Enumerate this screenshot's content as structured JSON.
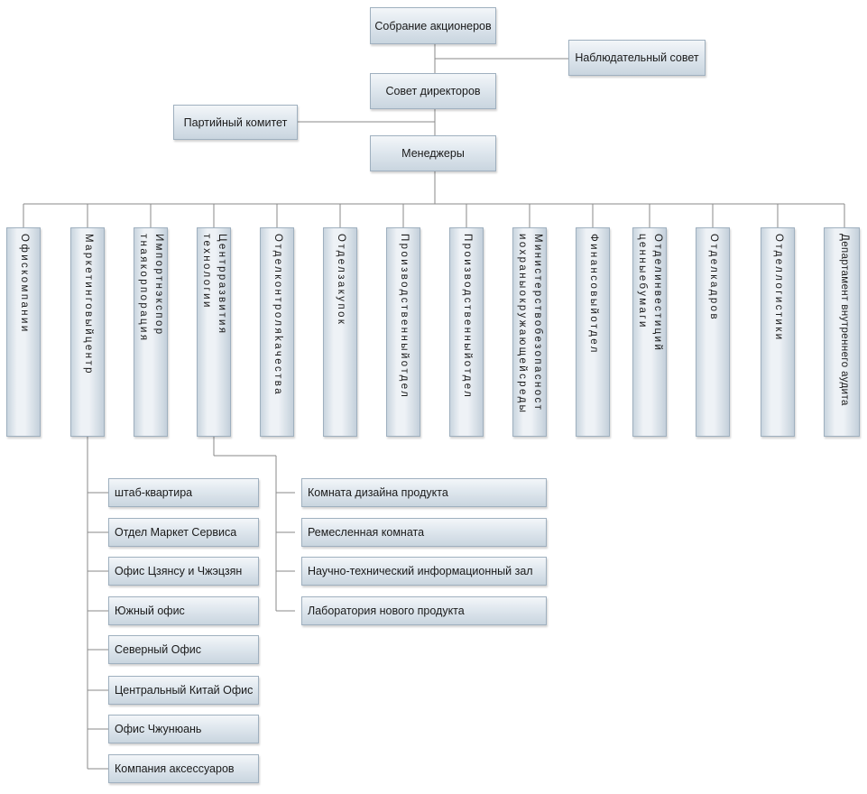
{
  "top": {
    "shareholders": "Собрание акционеров",
    "supervisory": "Наблюдательный совет",
    "board": "Совет директоров",
    "party": "Партийный комитет",
    "managers": "Менеджеры"
  },
  "departments": [
    {
      "lines": [
        "Офискомпании"
      ]
    },
    {
      "lines": [
        "Маркетинговыйцентр"
      ]
    },
    {
      "lines": [
        "Импортнэкспор",
        "тнаякорпорация"
      ]
    },
    {
      "lines": [
        "Центрразвития",
        "технологии"
      ]
    },
    {
      "lines": [
        "Отделконтроляkачества"
      ]
    },
    {
      "lines": [
        "Отделзакупок"
      ]
    },
    {
      "lines": [
        "Производственныйотдел"
      ]
    },
    {
      "lines": [
        "Производственныйотдел"
      ]
    },
    {
      "lines": [
        "Министерствобезопасност",
        "иохраныокружающейсреды"
      ]
    },
    {
      "lines": [
        "Финансовыйотдел"
      ]
    },
    {
      "lines": [
        "Отделинвестиций",
        "ценныебумаги"
      ]
    },
    {
      "lines": [
        "Отделкадров"
      ]
    },
    {
      "lines": [
        "Отделлогистики"
      ]
    },
    {
      "lines": [
        "Департамент внутреннего аудита"
      ]
    }
  ],
  "marketing_children": [
    "штаб-квартира",
    "Отдел Маркет Сервиса",
    "Офис Цзянсу и Чжэцзян",
    "Южный офис",
    "Северный Офис",
    "Центральный Китай Офис",
    "Офис Чжунюань",
    "Компания аксессуаров"
  ],
  "tech_children": [
    "Комната дизайна продукта",
    "Ремесленная комната",
    "Научно-технический информационный зал",
    "Лаборатория нового продукта"
  ]
}
